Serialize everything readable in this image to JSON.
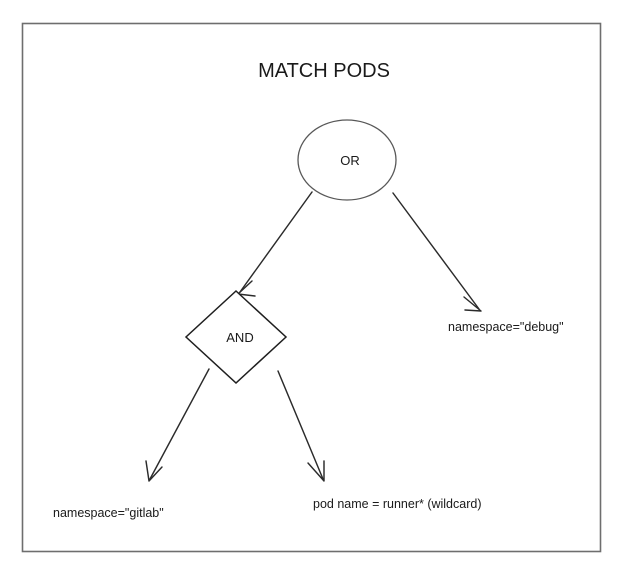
{
  "diagram": {
    "title": "MATCH PODS",
    "frame": {
      "label": "diagram-border"
    },
    "nodes": [
      {
        "id": "or",
        "label": "OR",
        "shape": "ellipse"
      },
      {
        "id": "and",
        "label": "AND",
        "shape": "diamond"
      }
    ],
    "leaves": [
      {
        "id": "debug",
        "label": "namespace=\"debug\""
      },
      {
        "id": "gitlab",
        "label": "namespace=\"gitlab\""
      },
      {
        "id": "runner",
        "label": "pod name = runner*  (wildcard)"
      }
    ],
    "edges": [
      {
        "id": "or-to-and",
        "from": "OR",
        "to": "AND"
      },
      {
        "id": "or-to-debug",
        "from": "OR",
        "to": "namespace=\"debug\""
      },
      {
        "id": "and-to-gitlab",
        "from": "AND",
        "to": "namespace=\"gitlab\""
      },
      {
        "id": "and-to-runner",
        "from": "AND",
        "to": "pod name = runner*  (wildcard)"
      }
    ],
    "colors": {
      "background": "#ffffff",
      "frame_stroke": "#6e6e6e",
      "edge_stroke": "#2b2b2b",
      "node_stroke_light": "#585858",
      "node_stroke_dark": "#1f1f1f",
      "text": "#1a1a1a"
    }
  }
}
